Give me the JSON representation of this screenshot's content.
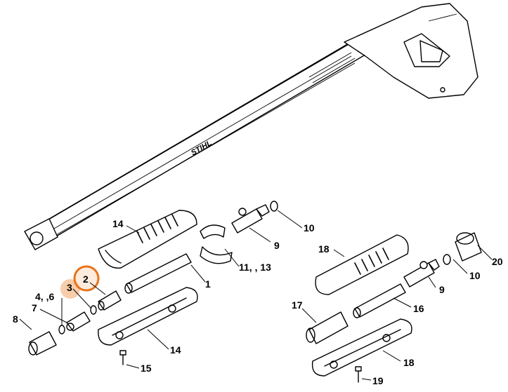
{
  "labels": {
    "p1": "1",
    "p2": "2",
    "p3": "3",
    "p4_6": "4, ,6",
    "p7": "7",
    "p8": "8",
    "p9a": "9",
    "p9b": "9",
    "p10a": "10",
    "p10b": "10",
    "p11_13": "11, , 13",
    "p14a": "14",
    "p14b": "14",
    "p15": "15",
    "p16": "16",
    "p17": "17",
    "p18a": "18",
    "p18b": "18",
    "p19": "19",
    "p20": "20"
  },
  "lance_logo": "STIHL",
  "colors": {
    "highlight": "#e8731a",
    "highlight_fill": "#f6c49c",
    "line": "#000000"
  }
}
